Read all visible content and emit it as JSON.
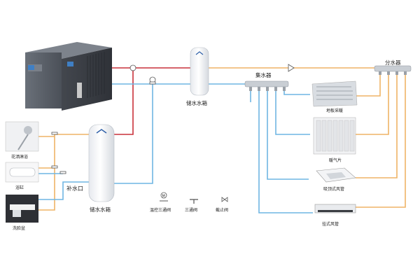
{
  "labels": {
    "tank_top": "储水水箱",
    "tank_bottom": "储水水箱",
    "makeup_water": "补水口",
    "collector": "集水器",
    "distributor": "分水器",
    "floor_heating": "地板采暖",
    "radiator": "暖气片",
    "ceiling_fan_coil": "吸顶式风管",
    "wall_fan_coil": "挂式风管",
    "shower": "花洒淋浴",
    "bathtub": "浴缸",
    "washbasin": "洗脸盆"
  },
  "legend": [
    {
      "symbol": "M",
      "label": "温控三通阀"
    },
    {
      "symbol": "T",
      "label": "三通阀"
    },
    {
      "symbol": "X",
      "label": "截止阀"
    }
  ],
  "colors": {
    "hot_pipe": "#c9303a",
    "cold_pipe": "#6fb6e3",
    "supply_pipe": "#efb466",
    "unit_body": "#5b6068"
  }
}
